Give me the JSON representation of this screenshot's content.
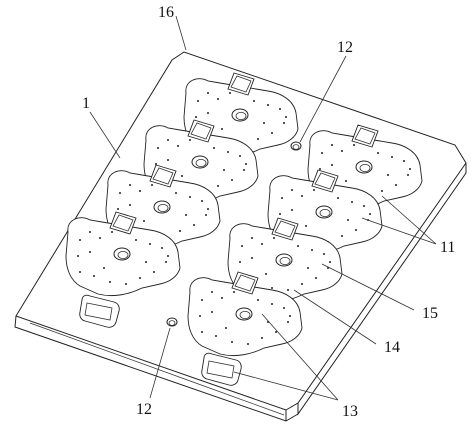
{
  "labels": {
    "plate": "1",
    "corner": "16",
    "hole_top": "12",
    "hole_bottom": "12",
    "parts": "11",
    "pads": "13",
    "center_hole": "14",
    "part_edge": "15"
  },
  "colors": {
    "line": "#222222",
    "background": "#ffffff"
  }
}
